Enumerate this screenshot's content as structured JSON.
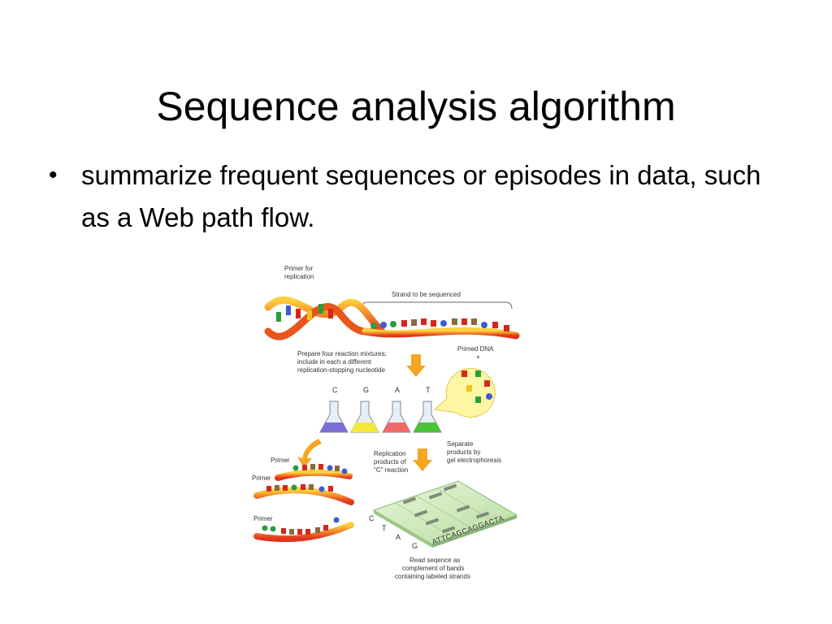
{
  "slide": {
    "title": "Sequence analysis algorithm",
    "bullets": [
      "summarize frequent sequences or episodes in data, such as a Web path flow."
    ]
  },
  "figure": {
    "labels": {
      "primer_for_replication_1": "Primer for",
      "primer_for_replication_2": "replication",
      "strand_to_be_sequenced": "Strand to be sequenced",
      "prepare_1": "Prepare four reaction mixtures;",
      "prepare_2": "include in each a different",
      "prepare_3": "replication-stopping nucleotide",
      "primed_dna": "Primed DNA",
      "plus": "+",
      "tube_c": "C",
      "tube_g": "G",
      "tube_a": "A",
      "tube_t": "T",
      "replication_1": "Replication",
      "replication_2": "products of",
      "replication_3": "\"C\" reaction",
      "separate_1": "Separate",
      "separate_2": "products by",
      "separate_3": "gel electrophoresis",
      "primer_1": "Primer",
      "primer_2": "Primer",
      "primer_3": "Primer",
      "gel_c": "C",
      "gel_t": "T",
      "gel_a": "A",
      "gel_g": "G",
      "read_sequence": "ATTCAGCAGGACTA",
      "read_1": "Read seqence as",
      "read_2": "complement of bands",
      "read_3": "containing labeled strands"
    },
    "colors": {
      "strand_orange": "#f08a1c",
      "strand_red": "#d9261c",
      "tube_c": "#7b6fd6",
      "tube_g": "#f4e83a",
      "tube_a": "#f06a6a",
      "tube_t": "#4cc23a",
      "arrow": "#f5a623",
      "gel": "#c8e6b0",
      "bubble": "#fdf6a3"
    }
  }
}
